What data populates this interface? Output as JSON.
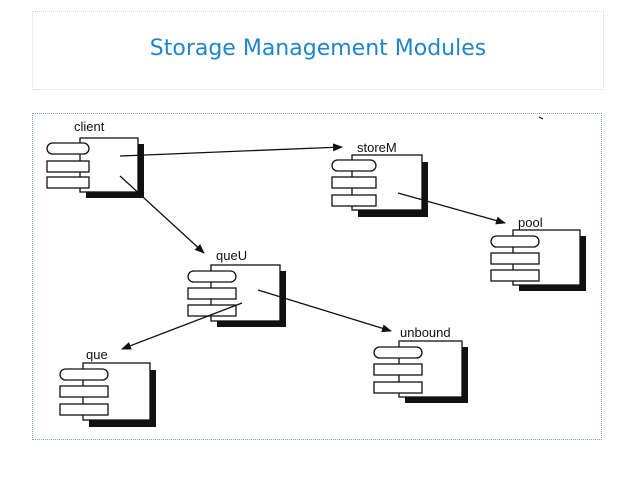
{
  "slide": {
    "title": "Storage Management Modules"
  },
  "diagram": {
    "modules": [
      {
        "id": "client",
        "label": "client"
      },
      {
        "id": "storeM",
        "label": "storeM"
      },
      {
        "id": "pool",
        "label": "pool"
      },
      {
        "id": "queU",
        "label": "queU"
      },
      {
        "id": "que",
        "label": "que"
      },
      {
        "id": "unbound",
        "label": "unbound"
      }
    ],
    "dependencies": [
      {
        "from": "client",
        "to": "storeM"
      },
      {
        "from": "client",
        "to": "queU"
      },
      {
        "from": "storeM",
        "to": "pool"
      },
      {
        "from": "queU",
        "to": "que"
      },
      {
        "from": "queU",
        "to": "unbound"
      }
    ],
    "colors": {
      "title": "#1f86c8",
      "ink": "#111111",
      "frame": "#7fa3c7"
    }
  }
}
